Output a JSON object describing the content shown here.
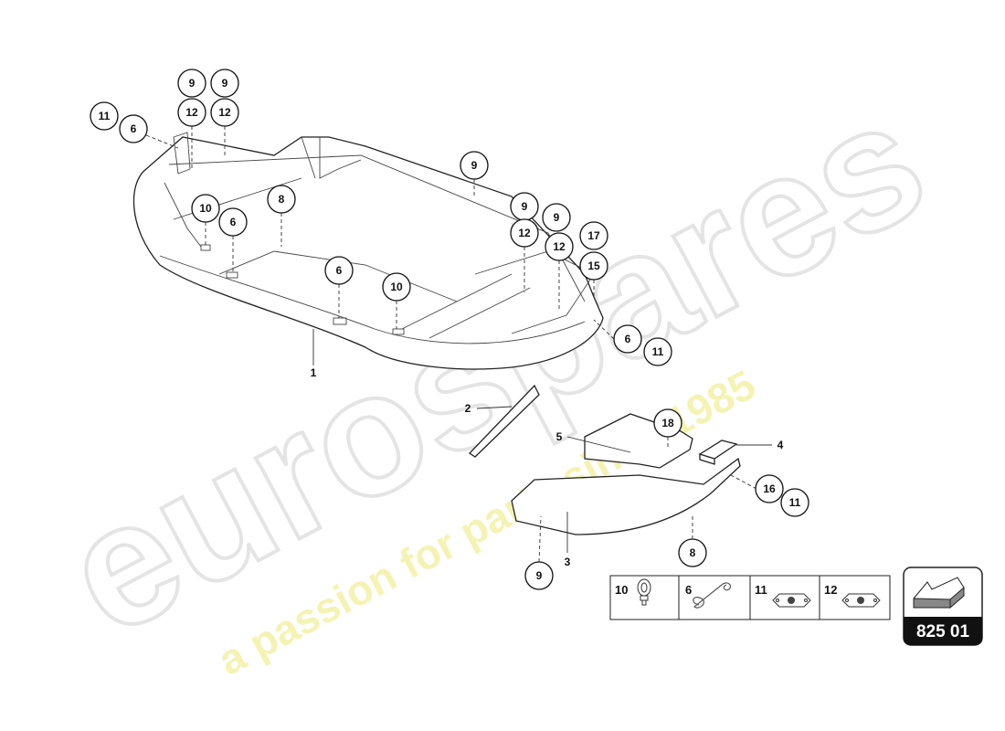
{
  "diagram": {
    "watermark": {
      "brand": "eurospares",
      "tagline": "a passion for parts since 1985"
    },
    "callouts": [
      "9",
      "9",
      "12",
      "12",
      "11",
      "6",
      "9",
      "8",
      "10",
      "6",
      "9",
      "9",
      "12",
      "12",
      "17",
      "15",
      "6",
      "10",
      "6",
      "11",
      "18",
      "16",
      "11",
      "8",
      "9"
    ],
    "labels": [
      "1",
      "2",
      "5",
      "4",
      "3"
    ],
    "legend": [
      {
        "num": "10",
        "icon": "eye-bolt-icon"
      },
      {
        "num": "6",
        "icon": "spring-clip-icon"
      },
      {
        "num": "11",
        "icon": "nut-plate-icon"
      },
      {
        "num": "12",
        "icon": "nut-plate-icon"
      }
    ],
    "group_code": "825 01",
    "colors": {
      "line": "#222222",
      "watermark_grey": "#e6e6e6",
      "watermark_yellow": "#f3f0a0",
      "badge": "#111111"
    }
  }
}
